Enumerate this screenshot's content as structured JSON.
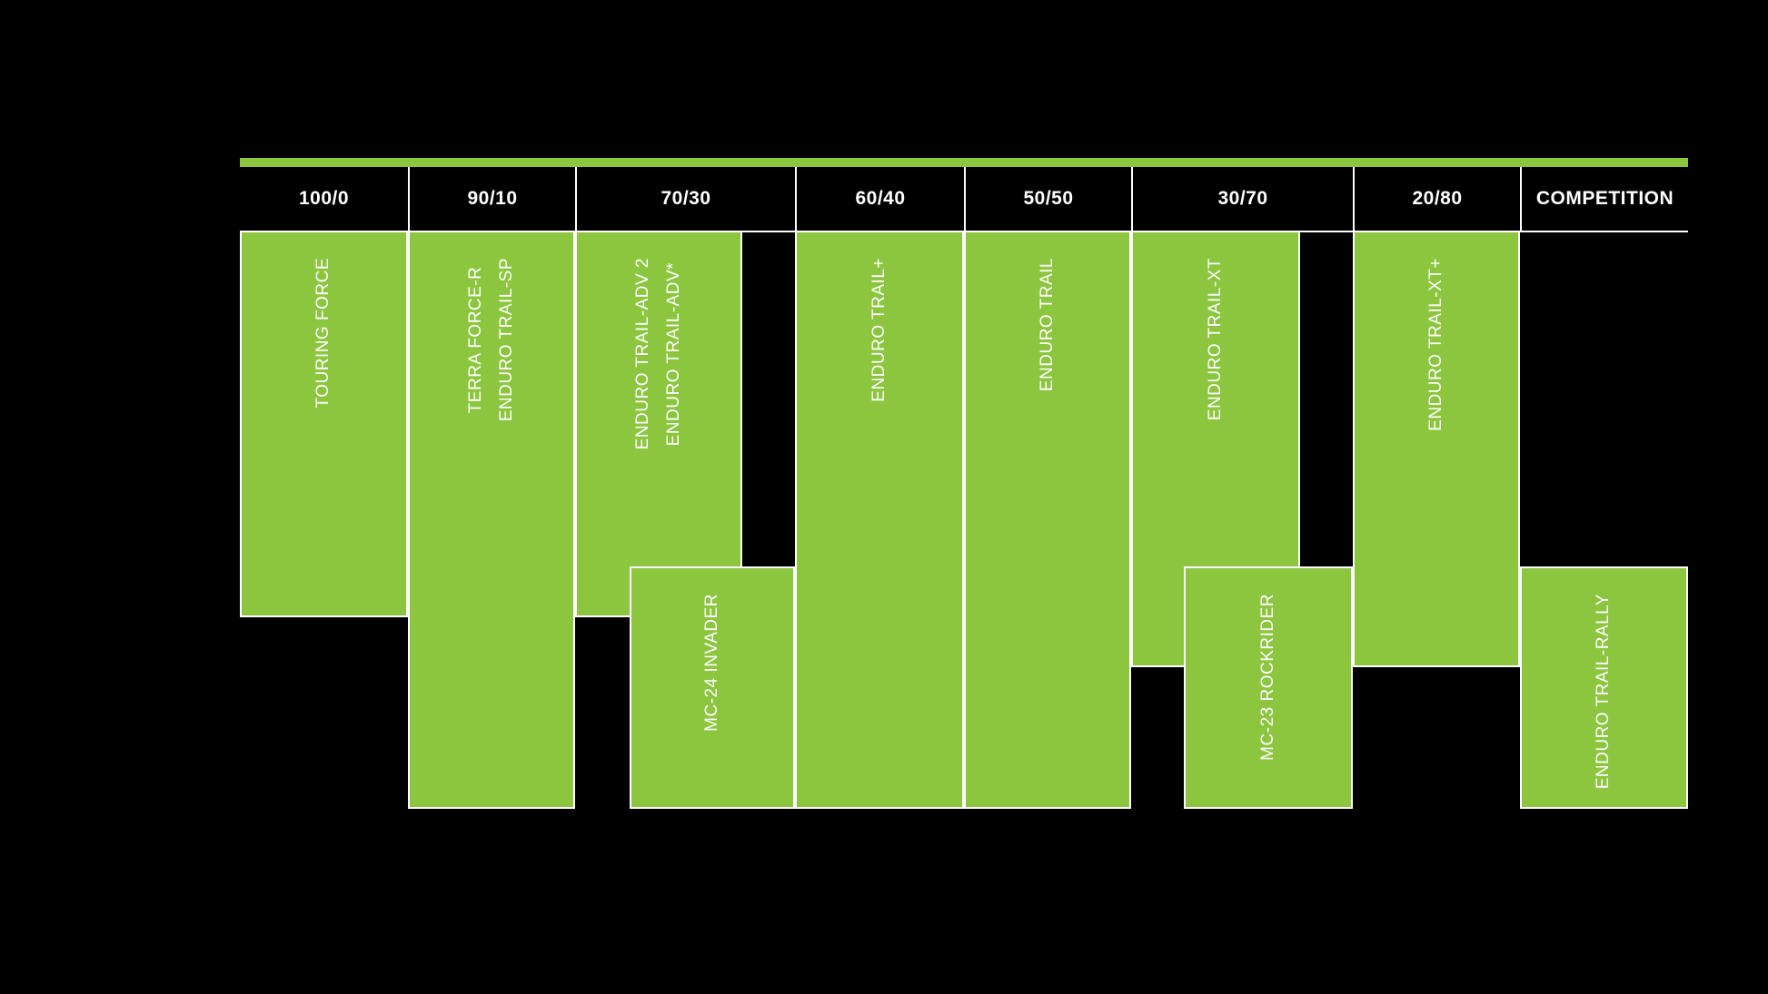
{
  "colors": {
    "accent_green": "#8CC63F",
    "background": "#000000",
    "text": "#FFFFFF"
  },
  "chart_data": {
    "type": "table",
    "title": "",
    "categories": [
      "100/0",
      "90/10",
      "70/30",
      "60/40",
      "50/50",
      "30/70",
      "20/80",
      "COMPETITION"
    ],
    "legend_position": "none",
    "grid": false,
    "blocks": [
      {
        "label": "TOURING FORCE",
        "category": "100/0",
        "row": "upper",
        "extent": "short"
      },
      {
        "label": "TERRA FORCE-R\nENDURO TRAIL-SP",
        "category": "90/10",
        "row": "upper",
        "extent": "full"
      },
      {
        "label": "ENDURO TRAIL-ADV 2\nENDURO TRAIL-ADV*",
        "category": "70/30",
        "row": "upper",
        "extent": "short"
      },
      {
        "label": "MC-24 INVADER",
        "category": "70/30",
        "row": "lower",
        "extent": "lower"
      },
      {
        "label": "ENDURO TRAIL+",
        "category": "60/40",
        "row": "upper",
        "extent": "full"
      },
      {
        "label": "ENDURO TRAIL",
        "category": "50/50",
        "row": "upper",
        "extent": "full"
      },
      {
        "label": "ENDURO TRAIL-XT",
        "category": "30/70",
        "row": "upper",
        "extent": "medium"
      },
      {
        "label": "MC-23 ROCKRIDER",
        "category": "30/70",
        "row": "lower",
        "extent": "lower"
      },
      {
        "label": "ENDURO TRAIL-XT+",
        "category": "20/80",
        "row": "upper",
        "extent": "medium"
      },
      {
        "label": "ENDURO TRAIL-RALLY",
        "category": "COMPETITION",
        "row": "lower",
        "extent": "lower"
      }
    ]
  }
}
